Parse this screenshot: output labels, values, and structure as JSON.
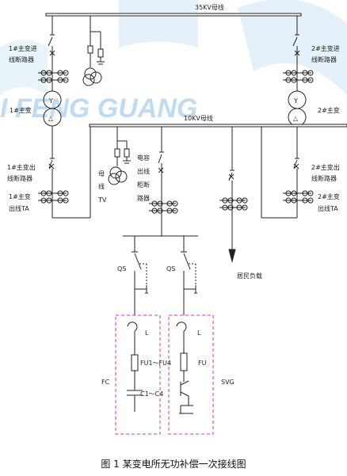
{
  "watermark": {
    "text": "I FENG GUANG",
    "color": "#a9cfee"
  },
  "bus_35kv": {
    "label": "35KV母线"
  },
  "bus_10kv": {
    "label": "10KV母线"
  },
  "left": {
    "breaker_label": [
      "1#主变进",
      "线断路器"
    ],
    "transformer_label": "1#主变",
    "out_breaker_label": [
      "1#主变出",
      "线断路器"
    ],
    "ta_label": [
      "1#主变",
      "出线TA"
    ]
  },
  "right": {
    "breaker_label": [
      "2#主变进",
      "线断路器"
    ],
    "transformer_label": "2#主变",
    "out_breaker_label": [
      "2#主变出",
      "线断路器"
    ],
    "ta_label": [
      "2#主变",
      "出线TA"
    ]
  },
  "bus_tv": {
    "label": [
      "母",
      "线",
      "TV"
    ]
  },
  "cap_breaker": {
    "label": [
      "电容",
      "出线",
      "柜断",
      "路器"
    ]
  },
  "load": {
    "label": "居民负载"
  },
  "fc": {
    "name": "FC",
    "switch": "QS",
    "reactor": "L",
    "fuse": "FU1～FU4",
    "capacitor": "C1～C4"
  },
  "svg_branch": {
    "name": "SVG",
    "switch": "QS",
    "reactor": "L",
    "fuse": "FU"
  },
  "symbols": {
    "transformer_winding": "Y",
    "delta": "△"
  },
  "caption": "图 1  某变电所无功补偿一次接线图",
  "colors": {
    "line": "#222222",
    "dashed_box": "#cc33cc"
  }
}
